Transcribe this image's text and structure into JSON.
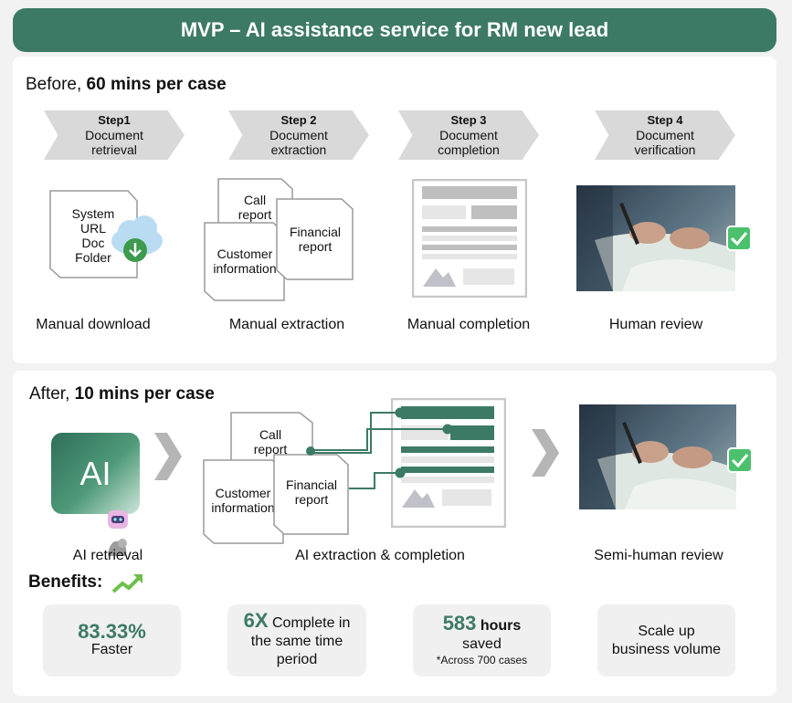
{
  "title": "MVP – AI assistance service for RM new lead",
  "before": {
    "heading_prefix": "Before, ",
    "heading_bold": "60 mins per case",
    "steps": [
      {
        "step": "Step1",
        "line1": "Document",
        "line2": "retrieval"
      },
      {
        "step": "Step 2",
        "line1": "Document",
        "line2": "extraction"
      },
      {
        "step": "Step 3",
        "line1": "Document",
        "line2": "completion"
      },
      {
        "step": "Step 4",
        "line1": "Document",
        "line2": "verification"
      }
    ],
    "doc_lines": [
      "System",
      "URL",
      "Doc",
      "Folder"
    ],
    "call_report": [
      "Call",
      "report"
    ],
    "customer_info": [
      "Customer",
      "information"
    ],
    "financial_report": [
      "Financial",
      "report"
    ],
    "captions": [
      "Manual download",
      "Manual extraction",
      "Manual completion",
      "Human review"
    ]
  },
  "after": {
    "heading_prefix": "After, ",
    "heading_bold": "10 mins per case",
    "ai_label": "AI",
    "call_report": [
      "Call",
      "report"
    ],
    "customer_info": [
      "Customer",
      "information"
    ],
    "financial_report": [
      "Financial",
      "report"
    ],
    "captions": [
      "AI retrieval",
      "AI extraction & completion",
      "Semi-human review"
    ]
  },
  "benefits": {
    "heading": "Benefits:",
    "items": [
      {
        "big": "83.33%",
        "text": "Faster"
      },
      {
        "big": "6X",
        "text_inline": " Complete in",
        "text2": "the same time",
        "text3": "period"
      },
      {
        "big": "583",
        "text_inline": " hours",
        "text2": "saved",
        "note": "*Across 700 cases"
      },
      {
        "text": "Scale up",
        "text2": "business volume"
      }
    ]
  },
  "colors": {
    "brand_green": "#3d7a66",
    "check_green": "#4cc16d",
    "chevron_gray": "#d9d9d9"
  }
}
